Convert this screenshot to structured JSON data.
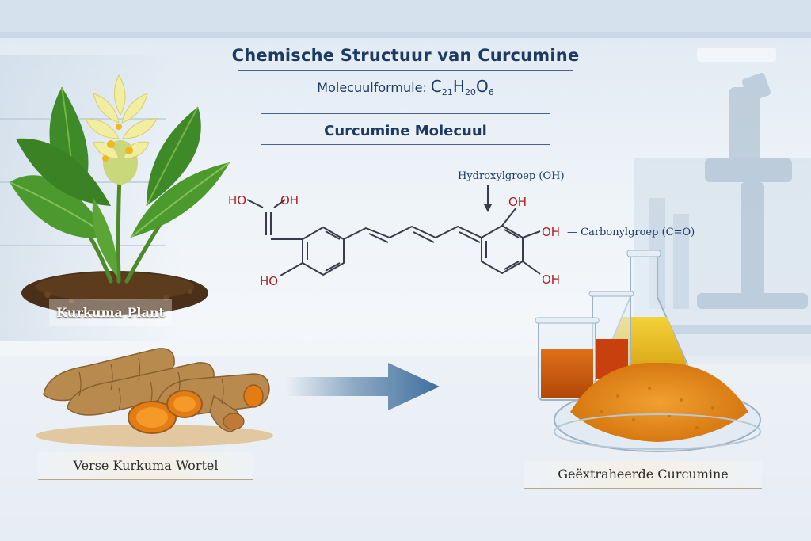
{
  "header": {
    "title": "Chemische Structuur van Curcumine",
    "formula_prefix": "Molecuulformule: ",
    "formula": {
      "c": "C",
      "c_n": "21",
      "h": "H",
      "h_n": "20",
      "o": "O",
      "o_n": "6"
    },
    "subtitle": "Curcumine Molecuul"
  },
  "molecule": {
    "atoms": {
      "ho_top_left": "HO",
      "oh_top_left": "OH",
      "ho_bottom_left": "HO",
      "oh_top_right": "OH",
      "oh_mid_right": "OH",
      "oh_bottom_right": "OH"
    },
    "annotations": {
      "hydroxyl": "Hydroxylgroep (OH)",
      "carbonyl": "— Carbonylgroep (C=O)"
    }
  },
  "labels": {
    "plant": "Kurkuma Plant",
    "root": "Verse Kurkuma Wortel",
    "extract": "Geëxtraheerde Curcumine"
  },
  "colors": {
    "title": "#1d3a63",
    "atom_red": "#b01e1e",
    "bond": "#3a3a4a",
    "arrow": "#3f6f9c",
    "turmeric": "#e88a1a"
  }
}
